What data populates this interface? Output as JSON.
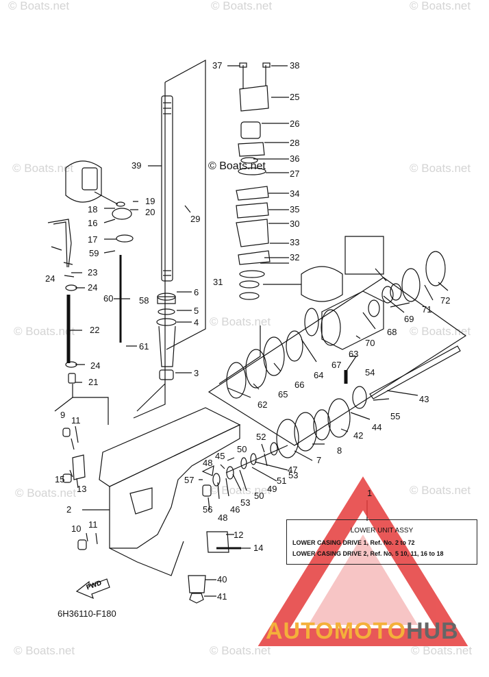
{
  "watermarks": [
    "© Boats.net",
    "© Boats.net",
    "© Boats.net",
    "© Boats.net",
    "© Boats.net",
    "© Boats.net",
    "© Boats.net",
    "© Boats.net",
    "© Boats.net",
    "© Boats.net",
    "© Boats.net",
    "© Boats.net",
    "© Boats.net",
    "© Boats.net",
    "© Boats.net"
  ],
  "labels": {
    "l1": "1",
    "l2": "2",
    "l3": "3",
    "l4": "4",
    "l5": "5",
    "l6": "6",
    "l7": "7",
    "l8": "8",
    "l9": "9",
    "l10a": "10",
    "l10b": "10",
    "l11a": "11",
    "l11b": "11",
    "l12": "12",
    "l13": "13",
    "l14": "14",
    "l15": "15",
    "l16": "16",
    "l17": "17",
    "l18": "18",
    "l19": "19",
    "l20": "20",
    "l21": "21",
    "l22": "22",
    "l23": "23",
    "l24a": "24",
    "l24b": "24",
    "l24c": "24",
    "l25": "25",
    "l26": "26",
    "l27": "27",
    "l28": "28",
    "l29": "29",
    "l30": "30",
    "l31": "31",
    "l32": "32",
    "l33": "33",
    "l34": "34",
    "l35": "35",
    "l36": "36",
    "l37": "37",
    "l38": "38",
    "l39": "39",
    "l40": "40",
    "l41": "41",
    "l42": "42",
    "l43": "43",
    "l44": "44",
    "l45": "45",
    "l46": "46",
    "l47": "47",
    "l48a": "48",
    "l48b": "48",
    "l49": "49",
    "l50a": "50",
    "l50b": "50",
    "l51": "51",
    "l52": "52",
    "l53a": "53",
    "l53b": "53",
    "l54": "54",
    "l55": "55",
    "l56": "56",
    "l57": "57",
    "l58": "58",
    "l59": "59",
    "l60": "60",
    "l61": "61",
    "l62": "62",
    "l63": "63",
    "l64": "64",
    "l65": "65",
    "l66": "66",
    "l67": "67",
    "l68": "68",
    "l69a": "69",
    "l69b": "69",
    "l70": "70",
    "l71": "71",
    "l72": "72"
  },
  "legend": {
    "title": "LOWER UNIT ASSY",
    "line1": "LOWER CASING DRIVE 1,   Ref. No. 2 to 72",
    "line2": "LOWER CASING DRIVE 2,   Ref. No. 5 10, 11, 16 to 18"
  },
  "fwd_label": "FWD",
  "diagram_code": "6H36110-F180",
  "brand": {
    "part1": "AUTOMOTO",
    "part2": "HUB"
  },
  "colors": {
    "logo_red": "#e53b3b",
    "logo_orange": "#f4b03a",
    "logo_gray": "#666666",
    "watermark": "#d4d4d4"
  }
}
